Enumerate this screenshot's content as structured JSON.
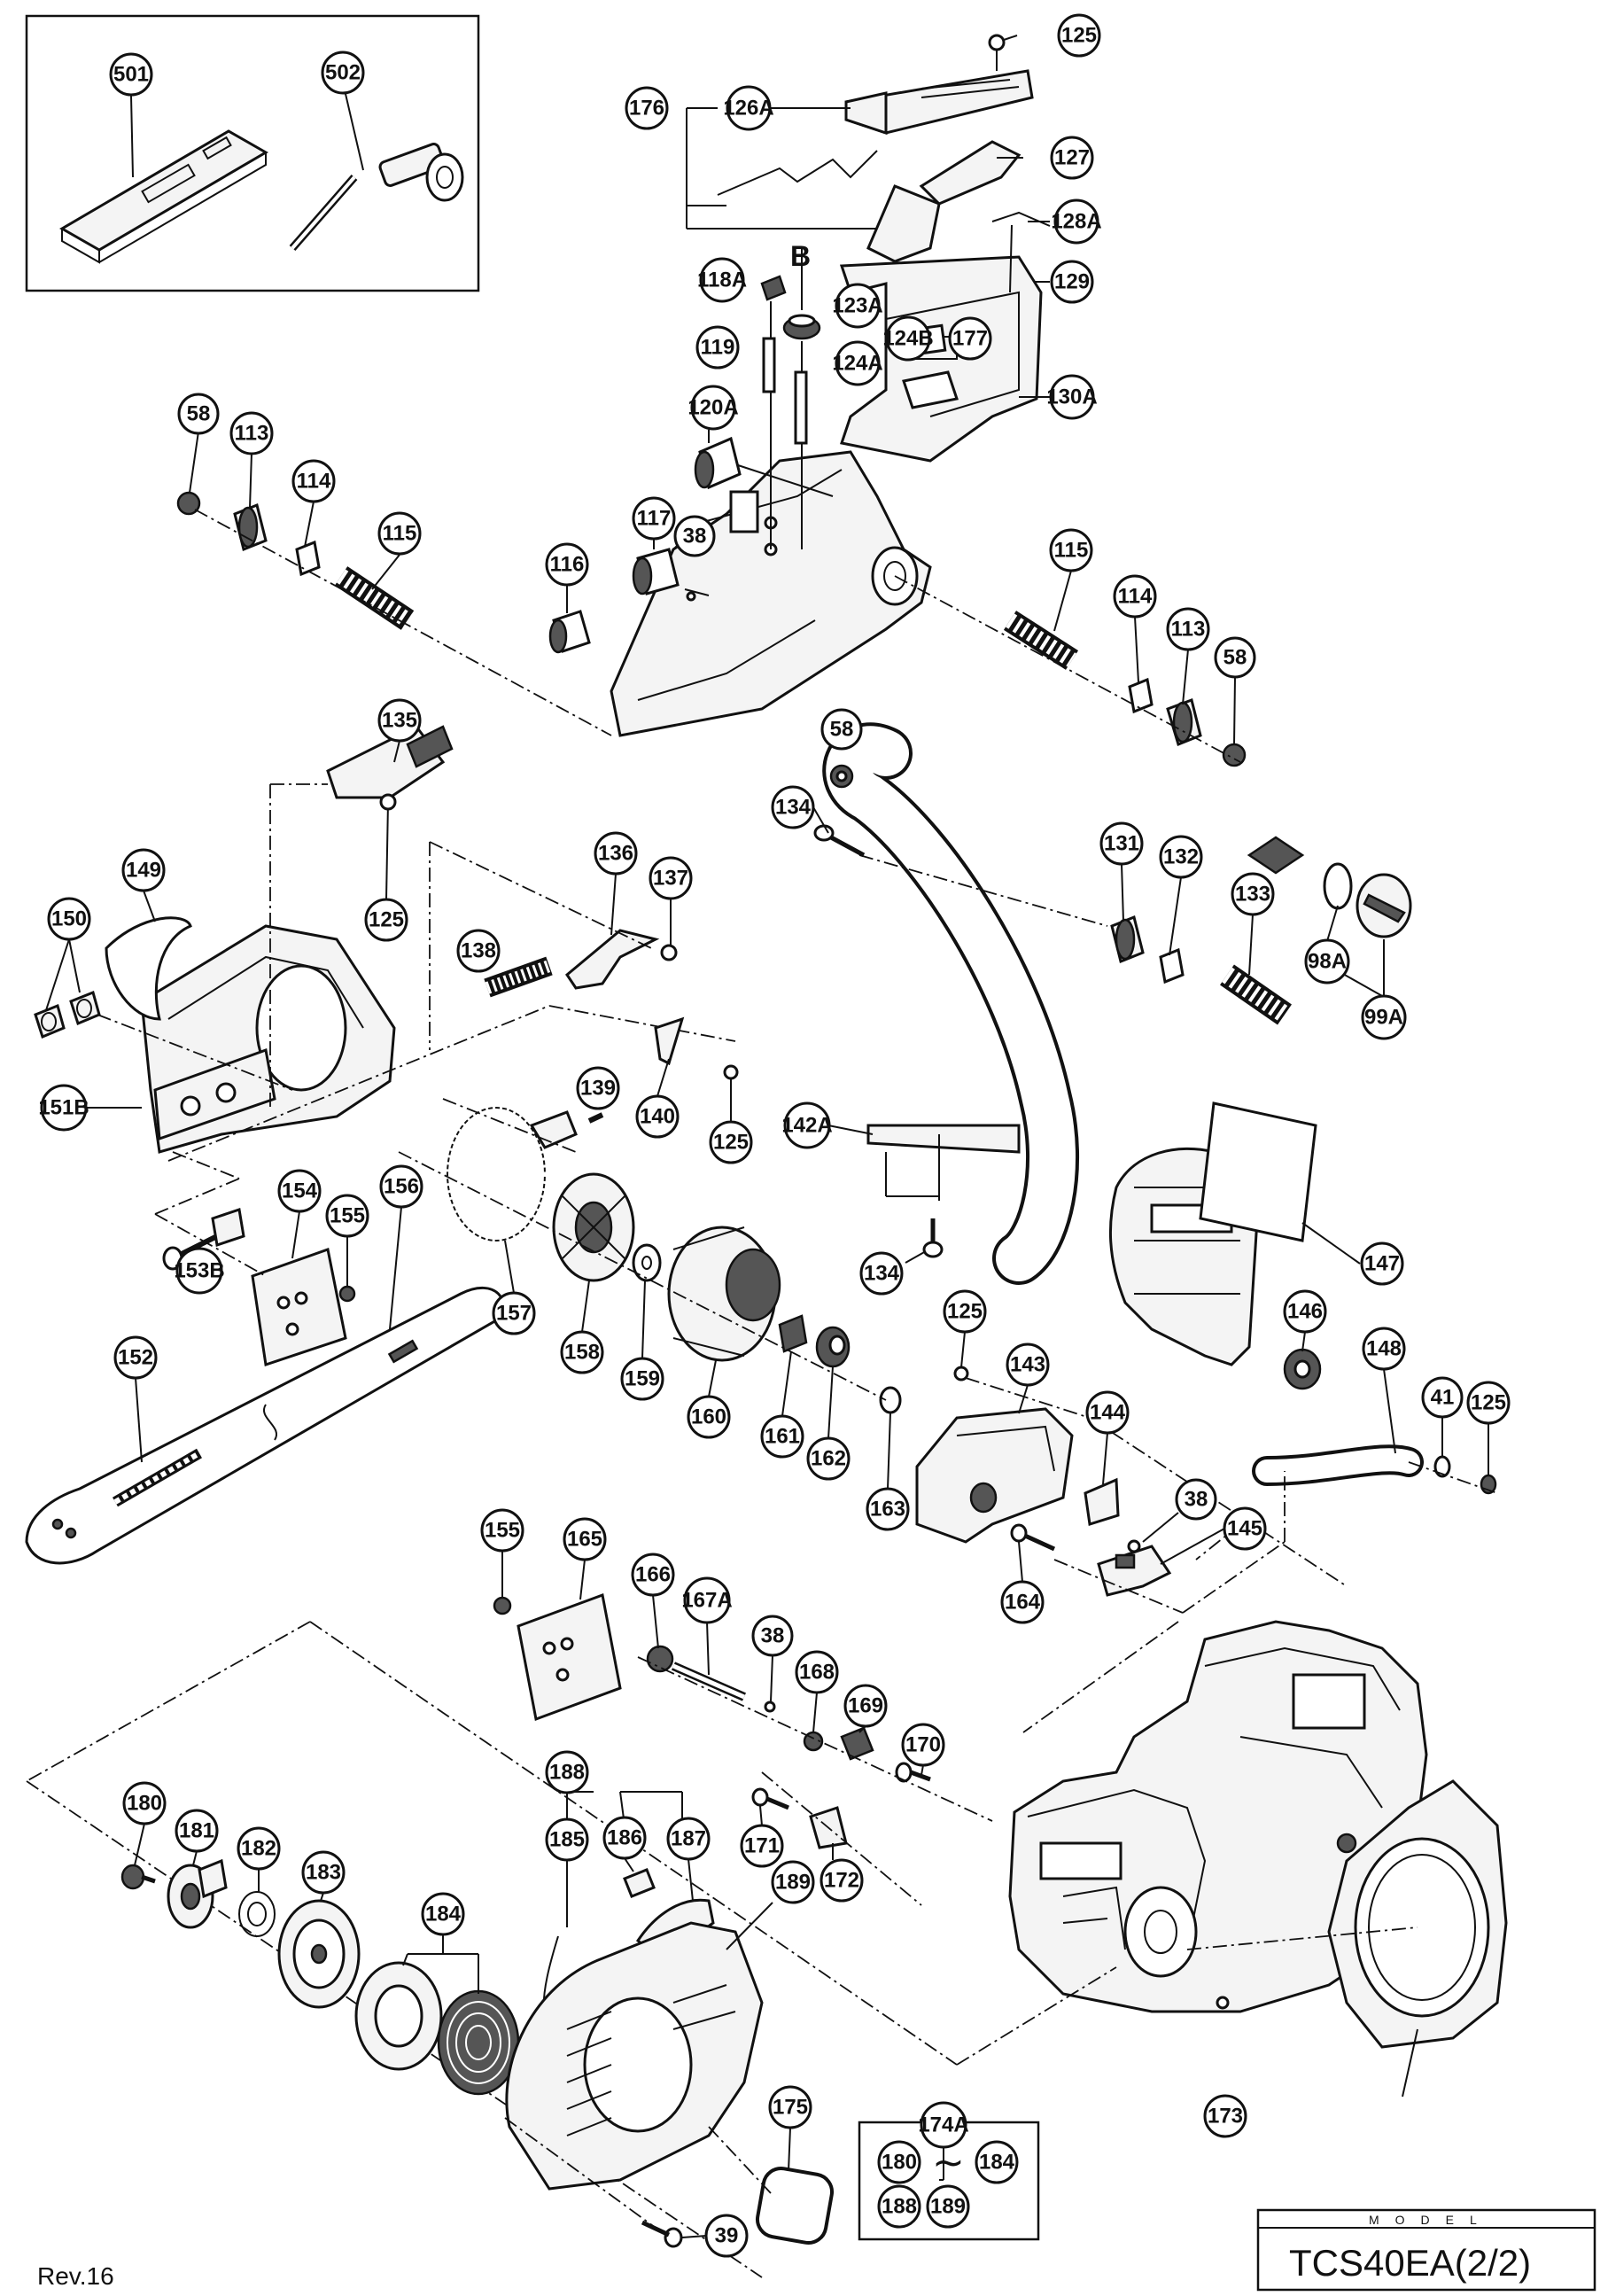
{
  "model": {
    "label": "MODEL",
    "name": "TCS40EA(2/2)"
  },
  "revision": "Rev.16",
  "view_marker": "B",
  "callouts": {
    "c501": "501",
    "c502": "502",
    "c125a": "125",
    "c176": "176",
    "c126A": "126A",
    "c127": "127",
    "c128A": "128A",
    "c118A": "118A",
    "c123A": "123A",
    "c129": "129",
    "c119": "119",
    "c124B": "124B",
    "c177": "177",
    "c124A": "124A",
    "c130A": "130A",
    "c120A": "120A",
    "c58a": "58",
    "c113a": "113",
    "c114a": "114",
    "c115a": "115",
    "c117": "117",
    "c38a": "38",
    "c116": "116",
    "c115b": "115",
    "c114b": "114",
    "c113b": "113",
    "c58b": "58",
    "c135": "135",
    "c58c": "58",
    "c134a": "134",
    "c131": "131",
    "c132": "132",
    "c133": "133",
    "c149": "149",
    "c150": "150",
    "c136": "136",
    "c137": "137",
    "c125b": "125",
    "c138": "138",
    "c98A": "98A",
    "c99A": "99A",
    "c151B": "151B",
    "c139": "139",
    "c140": "140",
    "c125c": "125",
    "c142A": "142A",
    "c154": "154",
    "c155a": "155",
    "c156": "156",
    "c147": "147",
    "c153B": "153B",
    "c134b": "134",
    "c146": "146",
    "c157": "157",
    "c158": "158",
    "c159": "159",
    "c160": "160",
    "c152": "152",
    "c125d": "125",
    "c143": "143",
    "c148": "148",
    "c41": "41",
    "c125e": "125",
    "c161": "161",
    "c162": "162",
    "c163": "163",
    "c144": "144",
    "c38b": "38",
    "c145": "145",
    "c155b": "155",
    "c164": "164",
    "c165": "165",
    "c166": "166",
    "c167A": "167A",
    "c38c": "38",
    "c168": "168",
    "c169": "169",
    "c170": "170",
    "c180": "180",
    "c181": "181",
    "c188": "188",
    "c182": "182",
    "c171": "171",
    "c172": "172",
    "c183": "183",
    "c184": "184",
    "c185": "185",
    "c186": "186",
    "c187": "187",
    "c189": "189",
    "c174A": "174A",
    "c175": "175",
    "c173": "173",
    "c39": "39"
  },
  "kit_legend": {
    "k180": "180",
    "k184": "184",
    "k188": "188",
    "k189": "189",
    "tilde": "~"
  }
}
